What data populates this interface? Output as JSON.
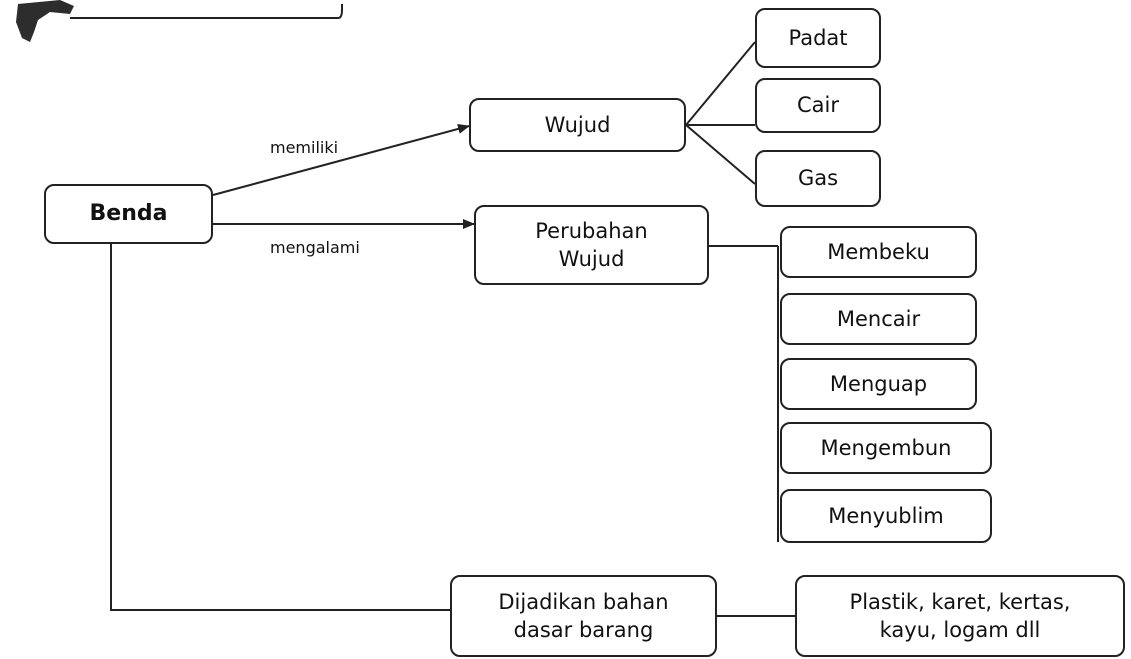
{
  "diagram": {
    "root": "Benda",
    "edge_labels": {
      "has": "memiliki",
      "undergoes": "mengalami"
    },
    "wujud": {
      "label": "Wujud",
      "children": [
        "Padat",
        "Cair",
        "Gas"
      ]
    },
    "perubahan": {
      "label": "Perubahan\nWujud",
      "children": [
        "Membeku",
        "Mencair",
        "Menguap",
        "Mengembun",
        "Menyublim"
      ]
    },
    "bahan": {
      "label": "Dijadikan bahan\ndasar barang",
      "example": "Plastik, karet, kertas,\nkayu, logam dll"
    }
  }
}
